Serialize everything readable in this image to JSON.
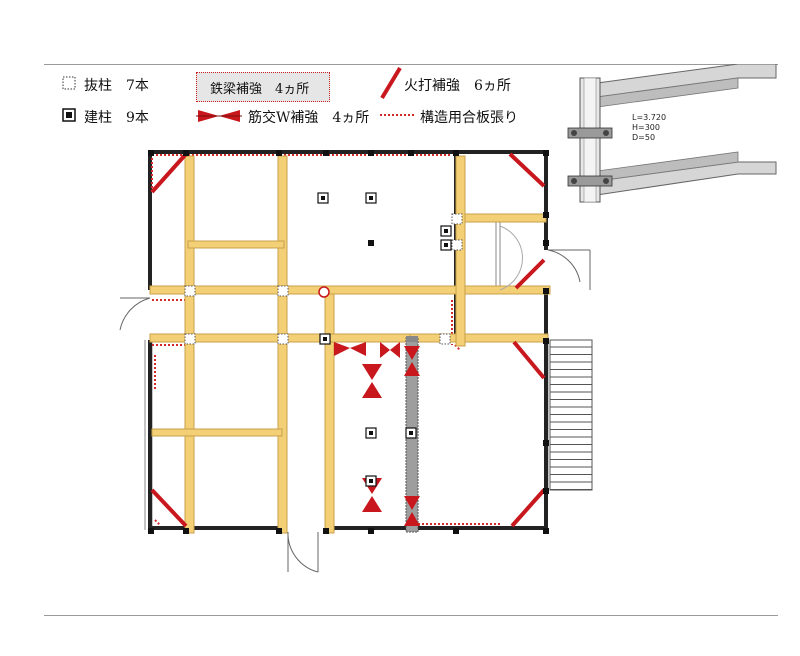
{
  "legend": {
    "removed_post": "抜柱　7本",
    "new_post": "建柱　9本",
    "steel_beam": "鉄梁補強　4ヵ所",
    "brace_w": "筋交W補強　4ヵ所",
    "fire_brace": "火打補強　6ヵ所",
    "plywood": "構造用合板張り"
  },
  "beam_spec": {
    "L": "L=3.720",
    "H": "H=300",
    "D": "D=50"
  },
  "colors": {
    "wall": "#222222",
    "timber": "#f3cf75",
    "timber_edge": "#c9a24a",
    "reinforce_red": "#c8171d",
    "plywood_dots": "#d42a2a",
    "steel_grey": "#9e9e9e"
  }
}
